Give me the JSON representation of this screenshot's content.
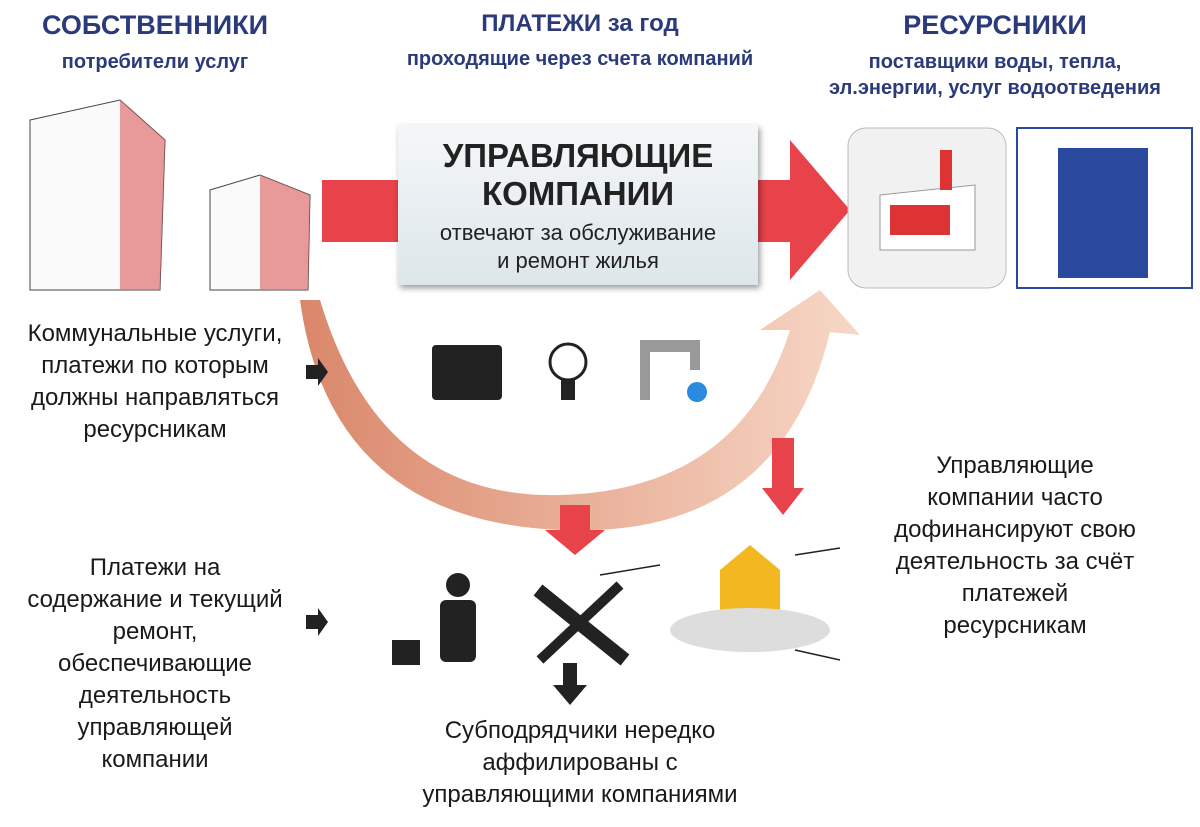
{
  "owners": {
    "title": "СОБСТВЕННИКИ",
    "subtitle": "потребители услуг"
  },
  "payments": {
    "title": "ПЛАТЕЖИ за год",
    "subtitle": "проходящие через счета компаний"
  },
  "suppliers": {
    "title": "РЕСУРСНИКИ",
    "subtitle_line1": "поставщики воды, тепла,",
    "subtitle_line2": "эл.энергии, услуг водоотведения"
  },
  "management_box": {
    "title_line1": "УПРАВЛЯЮЩИЕ",
    "title_line2": "КОМПАНИИ",
    "subtitle_line1": "отвечают за обслуживание",
    "subtitle_line2": "и ремонт жилья"
  },
  "utility_note": [
    "Коммунальные услуги,",
    "платежи по которым",
    "должны направляться",
    "ресурсникам"
  ],
  "maintenance_note": [
    "Платежи на",
    "содержание и текущий",
    "ремонт,",
    "обеспечивающие",
    "деятельность",
    "управляющей",
    "компании"
  ],
  "cofinance_note": [
    "Управляющие",
    "компании часто",
    "дофинансируют свою",
    "деятельность за счёт",
    "платежей",
    "ресурсникам"
  ],
  "subcontractor_note": [
    "Субподрядчики нередко",
    "аффилированы с",
    "управляющими компаниями"
  ],
  "colors": {
    "header": "#2b3a7a",
    "arrow_red": "#e8424a",
    "arrow_light": "#f0b9a0",
    "blue": "#2a4aa0"
  }
}
